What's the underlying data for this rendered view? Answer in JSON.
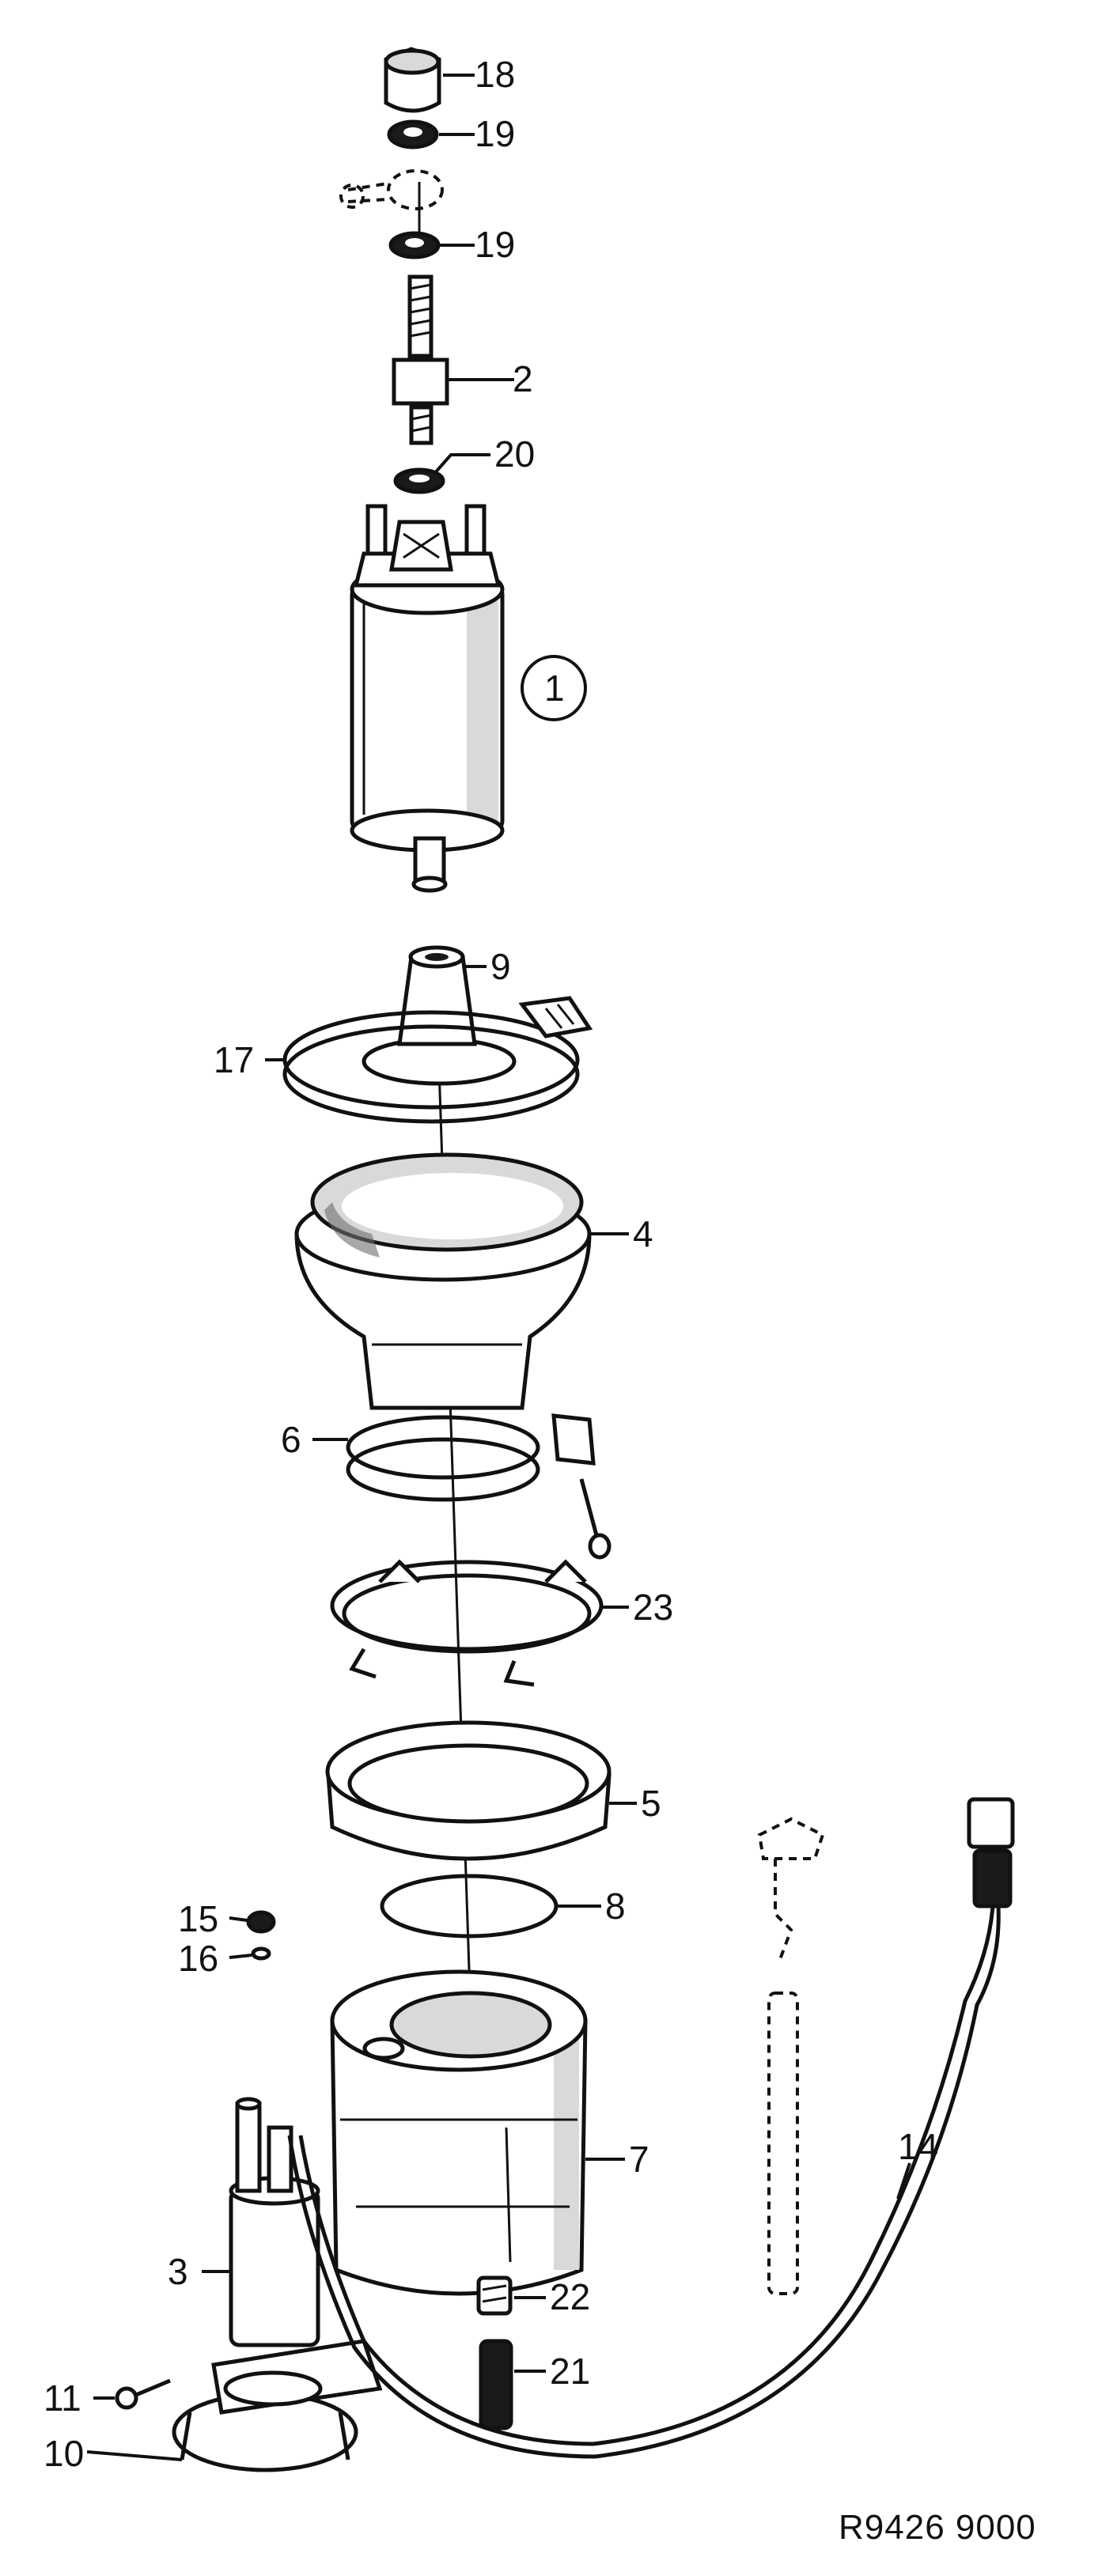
{
  "figure_code": "R9426 9000",
  "labels": {
    "l1": "1",
    "l2": "2",
    "l3": "3",
    "l4": "4",
    "l5": "5",
    "l6": "6",
    "l7": "7",
    "l8": "8",
    "l9": "9",
    "l10": "10",
    "l11": "11",
    "l14": "14",
    "l15": "15",
    "l16": "16",
    "l17": "17",
    "l18": "18",
    "l19a": "19",
    "l19b": "19",
    "l20": "20",
    "l21": "21",
    "l22": "22",
    "l23": "23"
  }
}
